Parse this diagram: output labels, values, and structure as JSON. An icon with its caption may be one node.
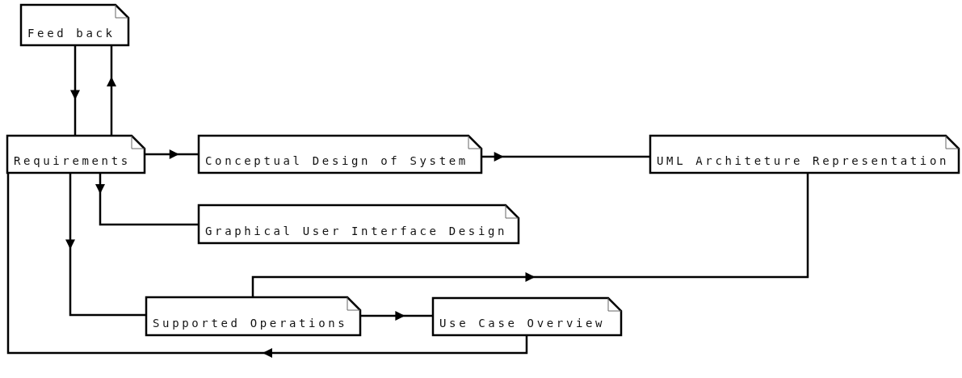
{
  "diagram": {
    "nodes": [
      {
        "text": [
          "Feed back"
        ]
      },
      {
        "text": [
          "Requirements"
        ]
      },
      {
        "text": [
          "Conceptual Design of System"
        ]
      },
      {
        "text": [
          "UML Architeture Representation"
        ]
      },
      {
        "text": [
          "Graphical User Interface Design"
        ]
      },
      {
        "text": [
          "Supported Operations"
        ]
      },
      {
        "text": [
          "Use Case Overview"
        ]
      }
    ],
    "edges": [
      {
        "from": 0,
        "to": 1,
        "arrow": "to"
      },
      {
        "from": 1,
        "to": 0,
        "arrow": "to"
      },
      {
        "from": 1,
        "to": 2,
        "arrow": "to"
      },
      {
        "from": 2,
        "to": 3,
        "arrow": "to"
      },
      {
        "from": 1,
        "to": 4,
        "arrow": "to"
      },
      {
        "from": 1,
        "to": 5,
        "arrow": "to"
      },
      {
        "from": 5,
        "to": 3,
        "arrow": "to"
      },
      {
        "from": 5,
        "to": 6,
        "arrow": "to"
      },
      {
        "from": 6,
        "to": 1,
        "arrow": "to"
      }
    ]
  }
}
